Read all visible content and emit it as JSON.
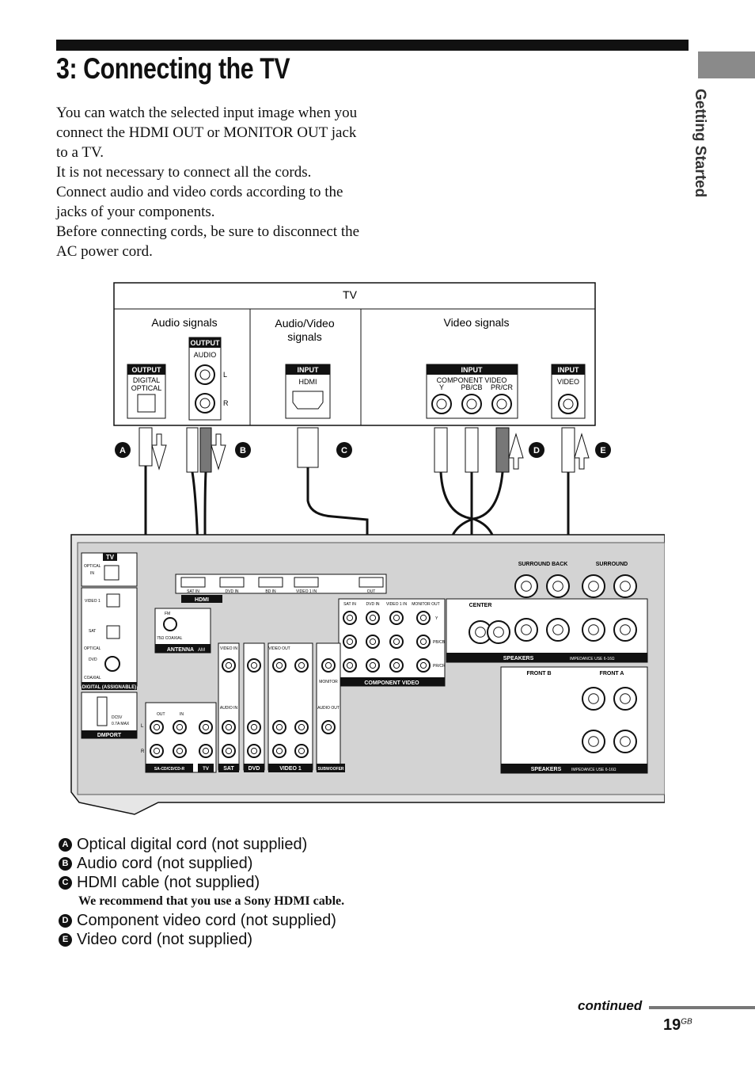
{
  "page": {
    "title": "3: Connecting the TV",
    "side_tab": "Getting Started",
    "intro": [
      "You can watch the selected input image when you connect the HDMI OUT or MONITOR OUT jack to a TV.",
      "It is not necessary to connect all the cords. Connect audio and video cords according to the jacks of your components.",
      "Before connecting cords, be sure to disconnect the AC power cord."
    ],
    "continued": "continued",
    "page_number": "19",
    "page_suffix": "GB"
  },
  "diagram": {
    "tv_label": "TV",
    "sections": {
      "audio": "Audio signals",
      "av_line1": "Audio/Video",
      "av_line2": "signals",
      "video": "Video signals"
    },
    "tv_jacks": {
      "output": "OUTPUT",
      "digital": "DIGITAL",
      "optical": "OPTICAL",
      "audio": "AUDIO",
      "l": "L",
      "r": "R",
      "input": "INPUT",
      "hdmi": "HDMI",
      "component_video": "COMPONENT VIDEO",
      "y": "Y",
      "pb": "PB/CB",
      "pr": "PR/CR",
      "video": "VIDEO"
    },
    "markers": [
      "A",
      "B",
      "C",
      "D",
      "E"
    ],
    "receiver": {
      "tv": "TV",
      "optical_in": "OPTICAL",
      "in": "IN",
      "video1_in": "VIDEO 1",
      "sat_in": "SAT",
      "optical": "OPTICAL",
      "dvd_in": "DVD",
      "coaxial": "COAXIAL",
      "digital_assignable": "DIGITAL (ASSIGNABLE)",
      "dmport": "DMPORT",
      "dc5v": "DC5V",
      "dc_max": "0.7A MAX",
      "hdmi": "HDMI",
      "hdmi_sat": "SAT IN",
      "hdmi_dvd": "DVD IN",
      "hdmi_bd": "BD IN",
      "hdmi_video1": "VIDEO 1 IN",
      "hdmi_out": "OUT",
      "fm": "FM",
      "coaxial_75": "75Ω COAXIAL",
      "antenna": "ANTENNA",
      "am": "AM",
      "comp_sat": "SAT IN",
      "comp_dvd": "DVD IN",
      "comp_video1": "VIDEO 1 IN",
      "monitor_out": "MONITOR OUT",
      "component_video": "COMPONENT VIDEO",
      "monitor": "MONITOR",
      "video_in": "VIDEO IN",
      "video_out": "VIDEO OUT",
      "audio_in": "AUDIO IN",
      "audio_out": "AUDIO OUT",
      "out": "OUT",
      "in_label": "IN",
      "sa_cd": "SA-CD/CD/CD-R",
      "sat": "SAT",
      "dvd": "DVD",
      "video1": "VIDEO 1",
      "subwoofer": "SUBWOOFER",
      "center": "CENTER",
      "surround_back": "SURROUND BACK",
      "surround": "SURROUND",
      "speakers": "SPEAKERS",
      "impedance": "IMPEDANCE USE 6-16Ω",
      "front_b": "FRONT B",
      "front_a": "FRONT A",
      "l": "L",
      "r": "R",
      "y": "Y",
      "pb": "PB/CB",
      "pr": "PR/CR"
    }
  },
  "legend": [
    {
      "marker": "A",
      "text": "Optical digital cord (not supplied)"
    },
    {
      "marker": "B",
      "text": "Audio cord (not supplied)"
    },
    {
      "marker": "C",
      "text": "HDMI cable (not supplied)"
    },
    {
      "marker": "D",
      "text": "Component video cord (not supplied)"
    },
    {
      "marker": "E",
      "text": "Video cord (not supplied)"
    }
  ],
  "legend_note": "We recommend that you use a Sony HDMI cable."
}
